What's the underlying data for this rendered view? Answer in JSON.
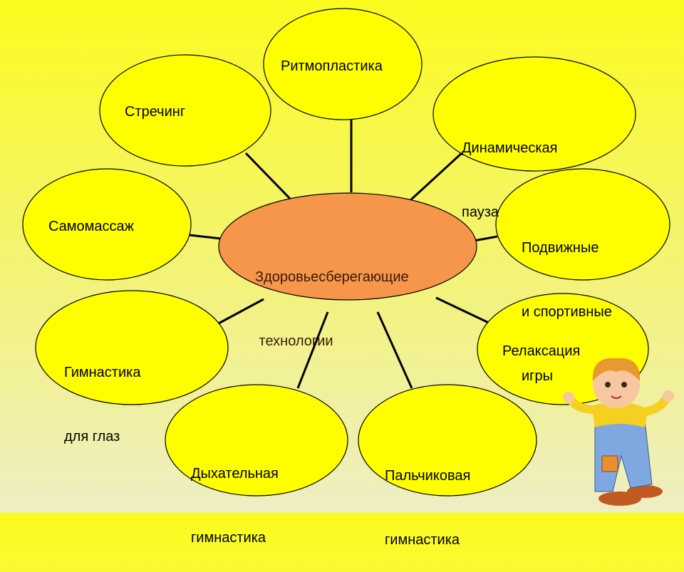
{
  "center": {
    "line1": "Здоровьесберегающие",
    "line2": " технологии",
    "color": "#f5964a"
  },
  "nodes": [
    {
      "id": "rhythmoplastics",
      "lines": [
        "Ритмопластика"
      ]
    },
    {
      "id": "stretching",
      "lines": [
        "Стречинг"
      ]
    },
    {
      "id": "dynamic-pause",
      "lines": [
        "Динамическая",
        "пауза"
      ]
    },
    {
      "id": "self-massage",
      "lines": [
        "Самомассаж"
      ]
    },
    {
      "id": "outdoor-games",
      "lines": [
        "Подвижные",
        "и спортивные",
        "игры"
      ]
    },
    {
      "id": "eye-gymnastics",
      "lines": [
        "Гимнастика",
        "для глаз"
      ]
    },
    {
      "id": "relaxation",
      "lines": [
        "Релаксация"
      ]
    },
    {
      "id": "breathing-gymnastics",
      "lines": [
        "Дыхательная",
        "гимнастика"
      ]
    },
    {
      "id": "finger-gymnastics",
      "lines": [
        "Пальчиковая",
        "гимнастика"
      ]
    }
  ],
  "colors": {
    "node_fill": "#ffff00",
    "stroke": "#000000"
  }
}
